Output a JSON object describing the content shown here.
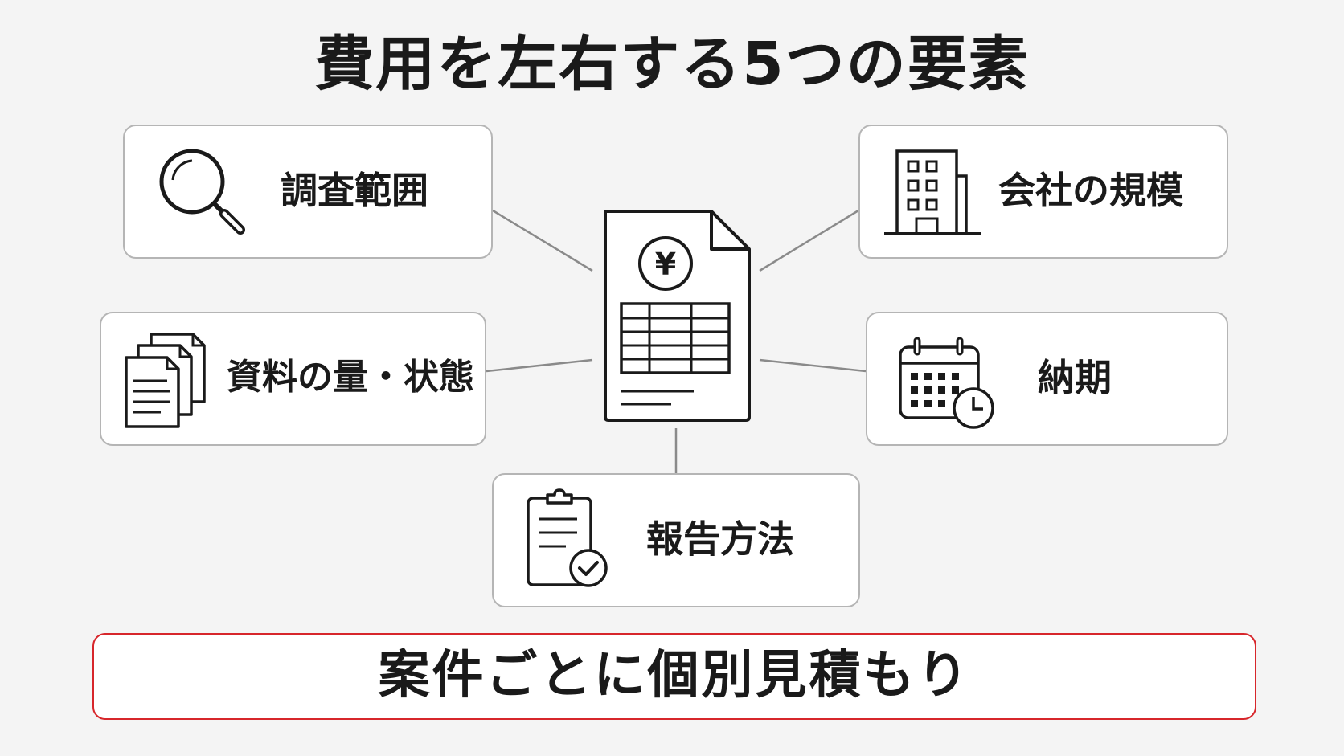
{
  "title": "費用を左右する5つの要素",
  "elements": {
    "scope": {
      "label": "調査範囲",
      "icon": "magnifier-icon"
    },
    "documents": {
      "label": "資料の量・状態",
      "icon": "documents-icon"
    },
    "company": {
      "label": "会社の規模",
      "icon": "building-icon"
    },
    "deadline": {
      "label": "納期",
      "icon": "calendar-clock-icon"
    },
    "report": {
      "label": "報告方法",
      "icon": "clipboard-check-icon"
    }
  },
  "center": {
    "icon": "yen-invoice-icon",
    "symbol": "¥"
  },
  "conclusion": "案件ごとに個別見積もり",
  "colors": {
    "accent": "#d7262b",
    "border": "#b5b5b5",
    "line": "#8a8a8a",
    "background": "#f4f4f4"
  }
}
